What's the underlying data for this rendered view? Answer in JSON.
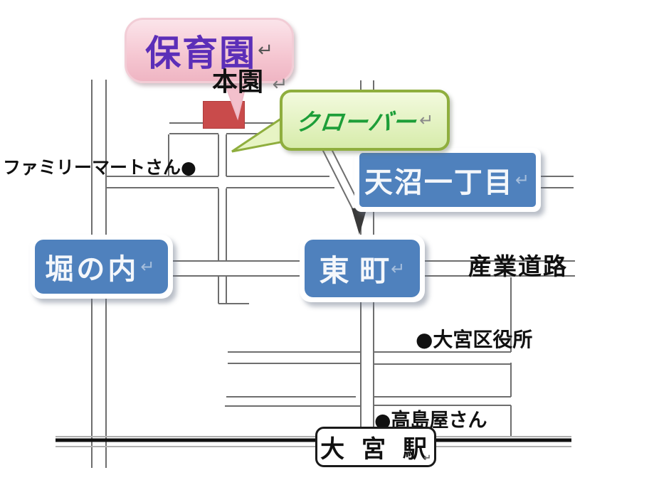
{
  "bubbles": {
    "nursery": {
      "label": "保育園",
      "return_mark": "↵"
    },
    "main_branch": {
      "label": "本園",
      "return_mark": "↵"
    },
    "clover": {
      "label": "クローバー",
      "return_mark": "↵"
    }
  },
  "area_labels": {
    "amanuma": {
      "label": "天沼一丁目",
      "return_mark": "↵"
    },
    "horinouchi": {
      "label": "堀の内",
      "return_mark": "↵"
    },
    "higashicho": {
      "label": "東 町",
      "return_mark": "↵"
    }
  },
  "pois": {
    "familymart": "ファミリーマートさん●",
    "ward_office": "●大宮区役所",
    "takashimaya": "●高島屋さん"
  },
  "roads": {
    "sangyo": "産業道路"
  },
  "station": {
    "label": "大 宮 駅",
    "return_mark": "↵"
  },
  "colors": {
    "area_label_blue": "#4f81bd",
    "bubble_pink_fill": "#f5c6d1",
    "nursery_text_purple": "#5c2eb8",
    "bubble_green_border": "#8fae3e",
    "bubble_green_fill": "#e3f2bb",
    "clover_text_green": "#1d9e38",
    "marker_red": "#c94b4b",
    "road_gray": "#6e6e6e",
    "railway_black": "#111111"
  }
}
